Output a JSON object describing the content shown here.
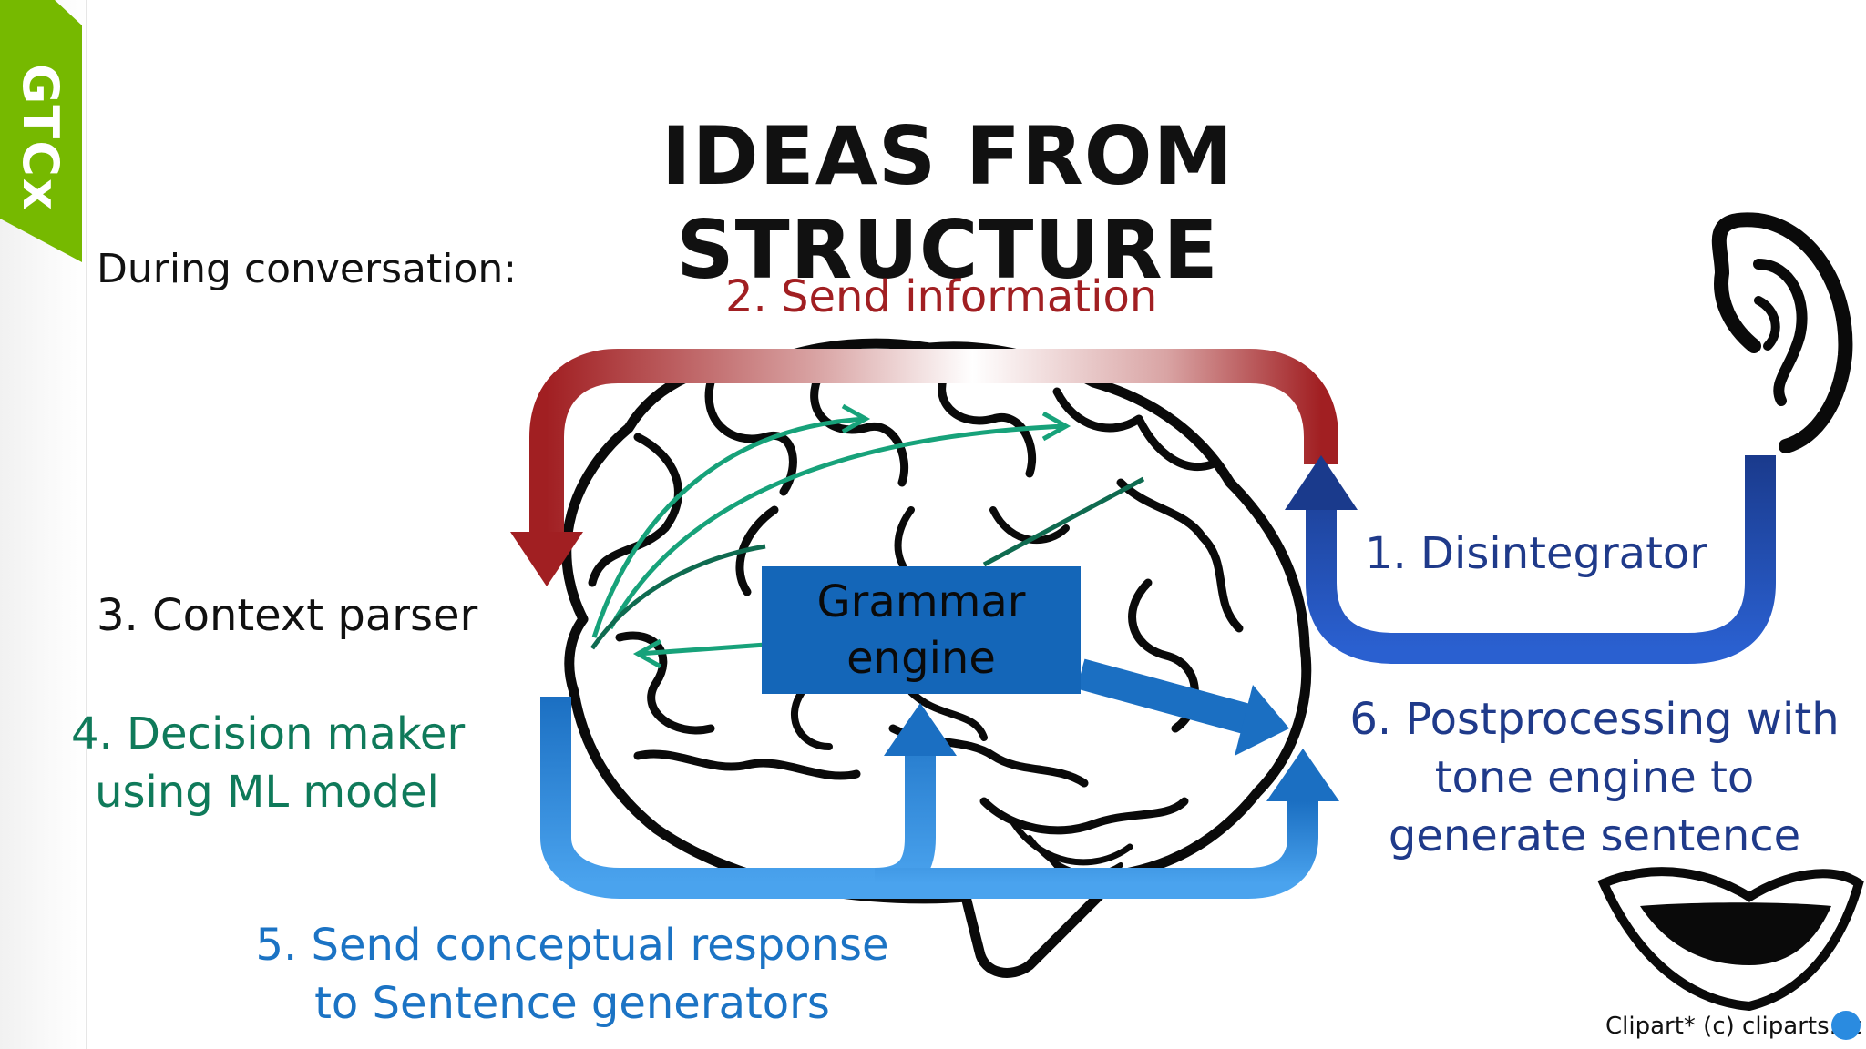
{
  "brand": {
    "name": "GTCx"
  },
  "slide": {
    "title": "IDEAS FROM STRUCTURE",
    "intro": "During conversation:"
  },
  "steps": {
    "step1": "1. Disintegrator",
    "step2": "2. Send information",
    "step3": "3. Context parser",
    "step4_line1": "4. Decision maker",
    "step4_line2": "using ML model",
    "step5_line1": "5. Send conceptual response",
    "step5_line2": "to Sentence generators",
    "step6_line1": "6. Postprocessing with",
    "step6_line2": "tone engine to",
    "step6_line3": "generate sentence"
  },
  "grammar_box": {
    "line1": "Grammar",
    "line2": "engine"
  },
  "credit": "Clipart* (c) cliparts.cc",
  "colors": {
    "brand_green": "#76b900",
    "red": "#a11f22",
    "navy": "#1f3a8a",
    "green": "#0f7a5a",
    "blue": "#1b73c4",
    "box_blue": "#1466b8"
  }
}
